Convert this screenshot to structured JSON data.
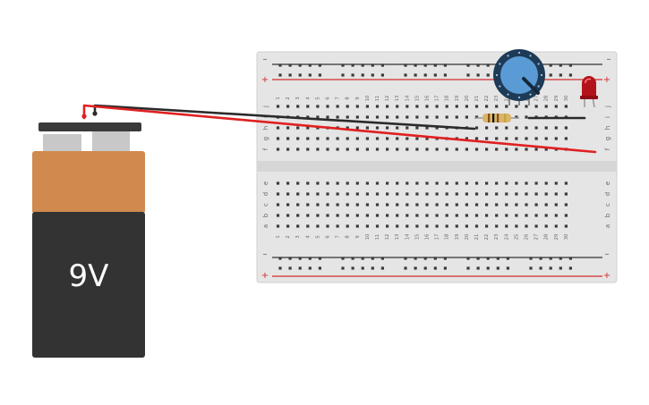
{
  "battery": {
    "label": "9V",
    "colors": {
      "cap": "#d08a4e",
      "body": "#333333",
      "terminal": "#c8c8c8",
      "top": "#3a3a3a",
      "label": "#ffffff"
    }
  },
  "breadboard": {
    "columns": 30,
    "column_labels": [
      "1",
      "2",
      "3",
      "4",
      "5",
      "6",
      "7",
      "8",
      "9",
      "10",
      "11",
      "12",
      "13",
      "14",
      "15",
      "16",
      "17",
      "18",
      "19",
      "20",
      "21",
      "22",
      "23",
      "24",
      "25",
      "26",
      "27",
      "28",
      "29",
      "30"
    ],
    "top_row_letters": [
      "j",
      "i",
      "h",
      "g",
      "f"
    ],
    "bottom_row_letters": [
      "e",
      "d",
      "c",
      "b",
      "a"
    ],
    "rail_minus": "–",
    "rail_plus": "+",
    "colors": {
      "board": "#e5e5e5",
      "hole": "#3a3a3a",
      "positive_line": "#d62c2c",
      "negative_line": "#333333",
      "channel": "#d6d6d6"
    }
  },
  "components": {
    "potentiometer": {
      "name": "Potentiometer",
      "knob_color": "#5b9bd5",
      "ring_color": "#1d3b57"
    },
    "resistor": {
      "name": "Resistor",
      "body_color": "#d9b56b"
    },
    "led": {
      "name": "LED",
      "color": "#b3141b"
    }
  },
  "wires": [
    {
      "name": "black-wire",
      "color": "#2b2b2b"
    },
    {
      "name": "red-wire",
      "color": "#e02020"
    },
    {
      "name": "jumper-wire",
      "color": "#2b2b2b"
    }
  ]
}
